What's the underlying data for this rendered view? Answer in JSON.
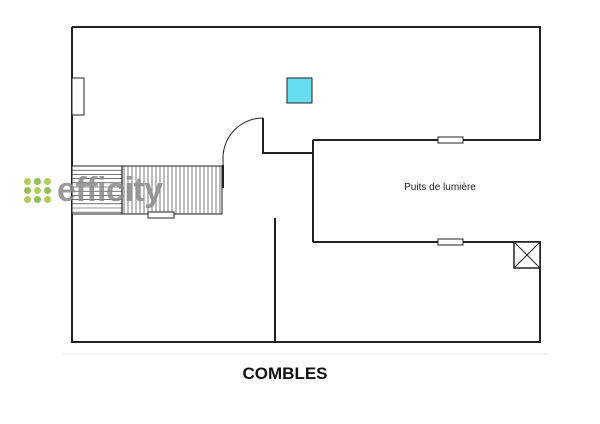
{
  "floor_plan": {
    "room_label": "Puits de lumière",
    "caption": "COMBLES"
  },
  "watermark": {
    "brand": "efficity"
  },
  "colors": {
    "wall": "#222222",
    "skylight": "#66ddee",
    "logo_green": "#a4c63c",
    "logo_text": "#8a8a8a"
  }
}
